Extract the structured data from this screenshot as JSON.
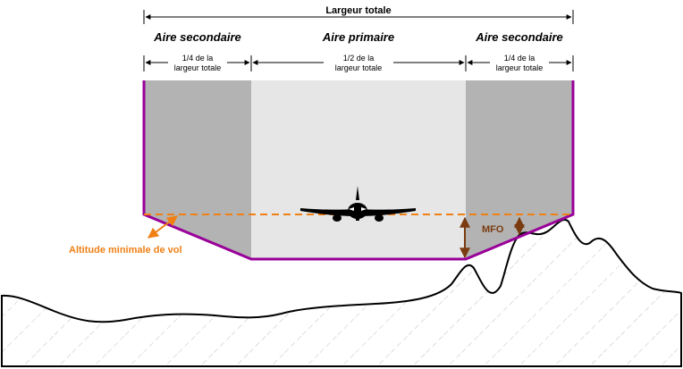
{
  "diagram": {
    "total_width_label": "Largeur totale",
    "areas": {
      "secondary_left": "Aire secondaire",
      "primary": "Aire primaire",
      "secondary_right": "Aire secondaire"
    },
    "width_fractions": {
      "left_line1": "1/4 de la",
      "left_line2": "largeur totale",
      "center_line1": "1/2 de la",
      "center_line2": "largeur totale",
      "right_line1": "1/4 de la",
      "right_line2": "largeur totale"
    },
    "mfo_label": "MFO",
    "min_altitude_label": "Altitude minimale de vol",
    "colors": {
      "secondary_fill": "#b3b3b3",
      "primary_fill": "#e6e6e6",
      "boundary": "#990099",
      "altitude_line": "#f07f14",
      "mfo_arrow": "#7a3b10",
      "terrain_hatch": "#bfbfbf"
    }
  }
}
